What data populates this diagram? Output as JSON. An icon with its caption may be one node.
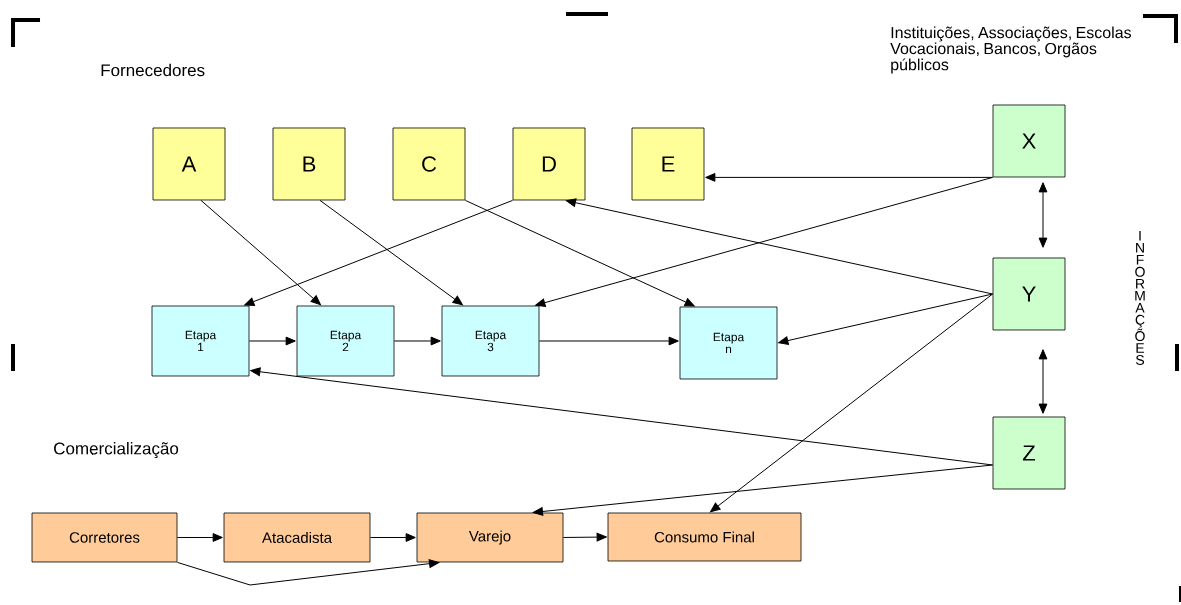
{
  "diagram": {
    "nodes": [
      {
        "text": [
          "A"
        ]
      },
      {
        "text": [
          "B"
        ]
      },
      {
        "text": [
          "C"
        ]
      },
      {
        "text": [
          "D"
        ]
      },
      {
        "text": [
          "E"
        ]
      },
      {
        "text": [
          "X"
        ]
      },
      {
        "text": [
          "Y"
        ]
      },
      {
        "text": [
          "Z"
        ]
      },
      {
        "text": [
          "Etapa 1"
        ]
      },
      {
        "text": [
          "Etapa 2"
        ]
      },
      {
        "text": [
          "Etapa 3"
        ]
      },
      {
        "text": [
          "Etapa n"
        ]
      },
      {
        "text": [
          "Corretores"
        ]
      },
      {
        "text": [
          "Atacadista"
        ]
      },
      {
        "text": [
          "Varejo"
        ]
      },
      {
        "text": [
          "Consumo Final"
        ]
      }
    ],
    "edges": [
      {
        "from": 0,
        "to": 9,
        "arrow": "to"
      },
      {
        "from": 1,
        "to": 10,
        "arrow": "to"
      },
      {
        "from": 2,
        "to": 11,
        "arrow": "to"
      },
      {
        "from": 3,
        "to": 8,
        "arrow": "to"
      },
      {
        "from": 5,
        "to": 4,
        "arrow": "to"
      },
      {
        "from": 5,
        "to": 10,
        "arrow": "to"
      },
      {
        "from": 5,
        "to": 6,
        "arrow": "both"
      },
      {
        "from": 6,
        "to": 3,
        "arrow": "to"
      },
      {
        "from": 6,
        "to": 11,
        "arrow": "to"
      },
      {
        "from": 6,
        "to": 15,
        "arrow": "to"
      },
      {
        "from": 6,
        "to": 7,
        "arrow": "both"
      },
      {
        "from": 7,
        "to": 8,
        "arrow": "to"
      },
      {
        "from": 7,
        "to": 14,
        "arrow": "to"
      },
      {
        "from": 8,
        "to": 9,
        "arrow": "to"
      },
      {
        "from": 9,
        "to": 10,
        "arrow": "to"
      },
      {
        "from": 10,
        "to": 11,
        "arrow": "to"
      },
      {
        "from": 12,
        "to": 13,
        "arrow": "to"
      },
      {
        "from": 13,
        "to": 14,
        "arrow": "to"
      },
      {
        "from": 14,
        "to": 15,
        "arrow": "to"
      },
      {
        "from": 12,
        "to": 14,
        "arrow": "to"
      }
    ],
    "labels": [
      "Fornecedores",
      "Instituições, Associações, Escolas Vocacionais, Bancos, Orgãos públicos",
      "INFORMAÇÕES",
      "Comercialização"
    ]
  }
}
